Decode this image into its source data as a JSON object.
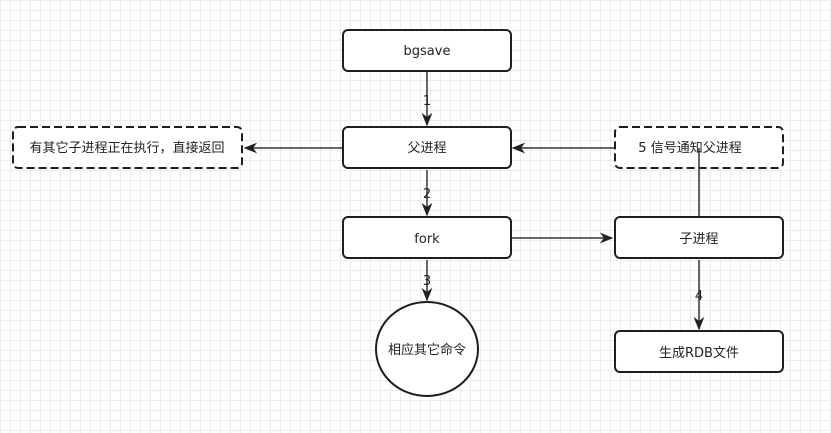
{
  "nodes": {
    "bgsave": "bgsave",
    "parent": "父进程",
    "other_child": "有其它子进程正在执行，直接返回",
    "signal_notify": "5 信号通知父进程",
    "fork": "fork",
    "child": "子进程",
    "respond": "相应其它命令",
    "gen_rdb": "生成RDB文件"
  },
  "edges": {
    "e1": "1",
    "e2": "2",
    "e3": "3",
    "e4": "4"
  },
  "colors": {
    "stroke": "#1e1e1e",
    "grid": "#ececec",
    "background": "#ffffff"
  }
}
